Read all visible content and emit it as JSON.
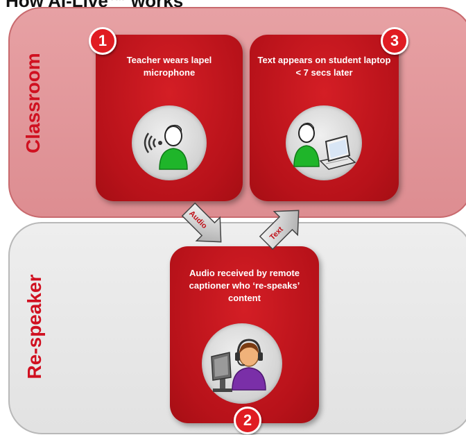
{
  "title": "How AI-Live™ works",
  "zones": {
    "classroom_label": "Classroom",
    "respeaker_label": "Re-speaker"
  },
  "steps": [
    {
      "number": "1",
      "text": "Teacher wears lapel microphone"
    },
    {
      "number": "2",
      "text": "Audio received by remote captioner who ‘re-speaks’ content"
    },
    {
      "number": "3",
      "text": "Text appears on student laptop < 7 secs later"
    }
  ],
  "arrows": {
    "audio_label": "Audio",
    "text_label": "Text"
  },
  "colors": {
    "card_red": "#c0151c",
    "classroom_bg": "#e39a9d",
    "respeaker_bg": "#e8e8e8",
    "figure_green": "#1fb52a"
  }
}
